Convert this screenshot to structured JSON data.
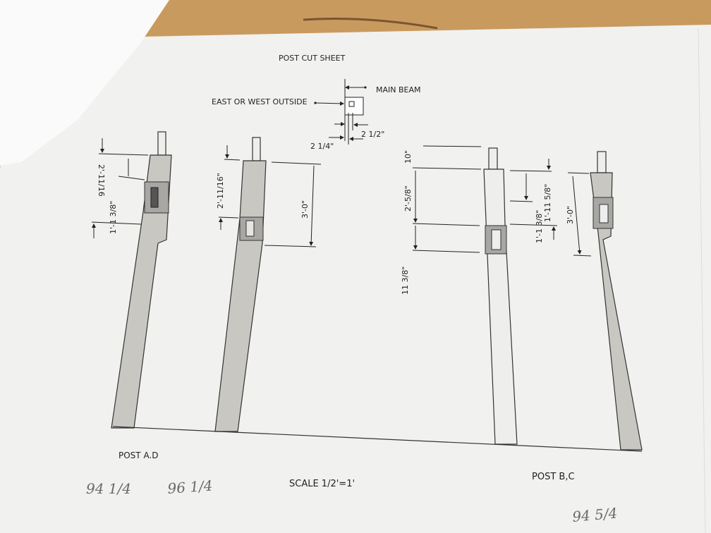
{
  "sheet": {
    "title": "POST CUT SHEET",
    "detail": {
      "main_beam": "MAIN BEAM",
      "outside": "EAST OR WEST OUTSIDE",
      "dim_a": "2 1/2\"",
      "dim_b": "2 1/4\""
    },
    "post_ad": {
      "label": "POST A.D",
      "post1_dims": [
        "2'-11/16",
        "1'-1 3/8\""
      ],
      "post2_dims": [
        "2'-11/16\"",
        "3'-0\""
      ]
    },
    "post_bc": {
      "label": "POST B,C",
      "post3_dims": [
        "10\"",
        "2'-5/8\"",
        "11 3/8\""
      ],
      "post4_dims": [
        "1'-1 3/8\"",
        "1'-11 5/8\"",
        "3'-0\""
      ]
    },
    "scale": "SCALE 1/2'=1'",
    "handwritten": [
      "94 1/4",
      "96 1/4",
      "94 5/4"
    ]
  }
}
